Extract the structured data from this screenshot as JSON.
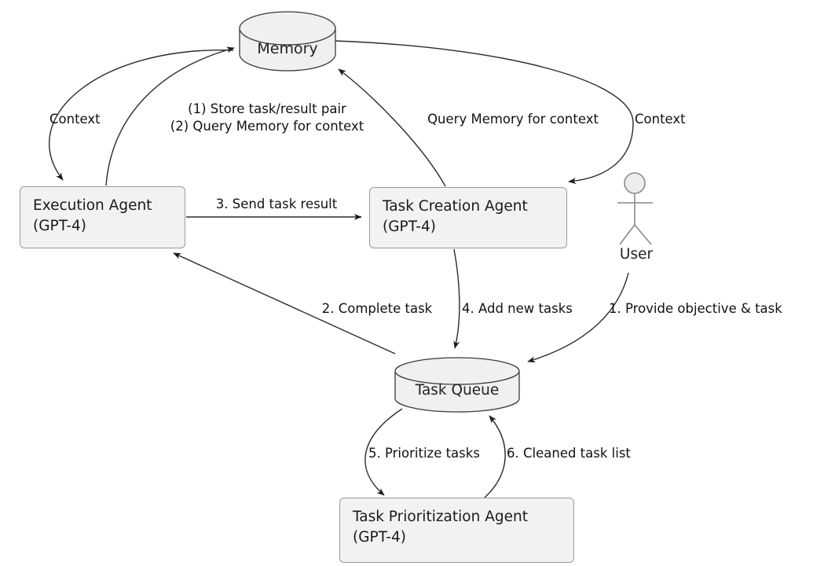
{
  "diagram": {
    "title": "agent task-loop architecture diagram",
    "colors": {
      "background": "#ffffff",
      "node_fill": "#f2f2f2",
      "node_border": "#9a9a9a",
      "cylinder_fill": "#f0f0f0",
      "cylinder_stroke": "#3a3a3a",
      "edge_line": "#2b2b2b",
      "text": "#111111",
      "figure_stroke": "#8a8a8a"
    },
    "nodes": {
      "memory": {
        "label": "Memory"
      },
      "execution_agent": {
        "label": "Execution Agent",
        "sublabel": "(GPT-4)"
      },
      "task_creation_agent": {
        "label": "Task Creation Agent",
        "sublabel": "(GPT-4)"
      },
      "user": {
        "label": "User"
      },
      "task_queue": {
        "label": "Task Queue"
      },
      "task_prioritization_agent": {
        "label": "Task Prioritization Agent",
        "sublabel": "(GPT-4)"
      }
    },
    "edges": {
      "context_left": {
        "label": "Context",
        "from": "memory",
        "to": "execution_agent"
      },
      "store_query": {
        "line1": "(1) Store task/result pair",
        "line2": "(2) Query Memory for context",
        "from": "execution_agent",
        "to": "memory"
      },
      "query_memory": {
        "label": "Query Memory for context",
        "from": "task_creation_agent",
        "to": "memory"
      },
      "context_right": {
        "label": "Context",
        "from": "memory",
        "to": "task_creation_agent"
      },
      "send_task_result": {
        "label": "3. Send task result",
        "from": "execution_agent",
        "to": "task_creation_agent"
      },
      "complete_task": {
        "label": "2. Complete task",
        "from": "task_queue",
        "to": "execution_agent"
      },
      "add_new_tasks": {
        "label": "4. Add new tasks",
        "from": "task_creation_agent",
        "to": "task_queue"
      },
      "provide_objective": {
        "label": "1. Provide objective & task",
        "from": "user",
        "to": "task_queue"
      },
      "prioritize_tasks": {
        "label": "5. Prioritize tasks",
        "from": "task_queue",
        "to": "task_prioritization_agent"
      },
      "cleaned_task_list": {
        "label": "6. Cleaned task list",
        "from": "task_prioritization_agent",
        "to": "task_queue"
      }
    }
  }
}
